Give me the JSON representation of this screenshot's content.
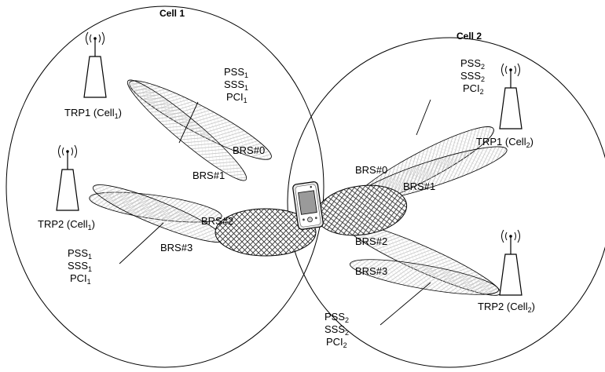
{
  "cells": [
    {
      "title": "Cell 1"
    },
    {
      "title": "Cell 2"
    }
  ],
  "trps": [
    {
      "name": "TRP1",
      "cell": "Cell",
      "cell_sub": "1"
    },
    {
      "name": "TRP2",
      "cell": "Cell",
      "cell_sub": "1"
    },
    {
      "name": "TRP1",
      "cell": "Cell",
      "cell_sub": "2"
    },
    {
      "name": "TRP2",
      "cell": "Cell",
      "cell_sub": "2"
    }
  ],
  "signal_groups": [
    {
      "pss": "PSS",
      "sss": "SSS",
      "pci": "PCI",
      "sub": "1"
    },
    {
      "pss": "PSS",
      "sss": "SSS",
      "pci": "PCI",
      "sub": "1"
    },
    {
      "pss": "PSS",
      "sss": "SSS",
      "pci": "PCI",
      "sub": "2"
    },
    {
      "pss": "PSS",
      "sss": "SSS",
      "pci": "PCI",
      "sub": "2"
    }
  ],
  "beams": {
    "cell1": [
      "BRS#0",
      "BRS#1",
      "BRS#2",
      "BRS#3"
    ],
    "cell2": [
      "BRS#0",
      "BRS#1",
      "BRS#2",
      "BRS#3"
    ]
  },
  "icons": {
    "antenna": "antenna-icon",
    "ue": "mobile-device-icon"
  }
}
